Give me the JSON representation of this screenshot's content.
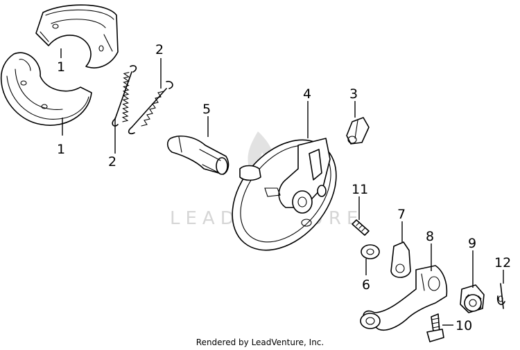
{
  "callouts": {
    "c1a": "1",
    "c1b": "1",
    "c2a": "2",
    "c2b": "2",
    "c3": "3",
    "c4": "4",
    "c5": "5",
    "c6": "6",
    "c7": "7",
    "c8": "8",
    "c9": "9",
    "c10": "10",
    "c11": "11",
    "c12": "12"
  },
  "watermark": "LEADVENTURE",
  "footer": "Rendered by LeadVenture, Inc."
}
